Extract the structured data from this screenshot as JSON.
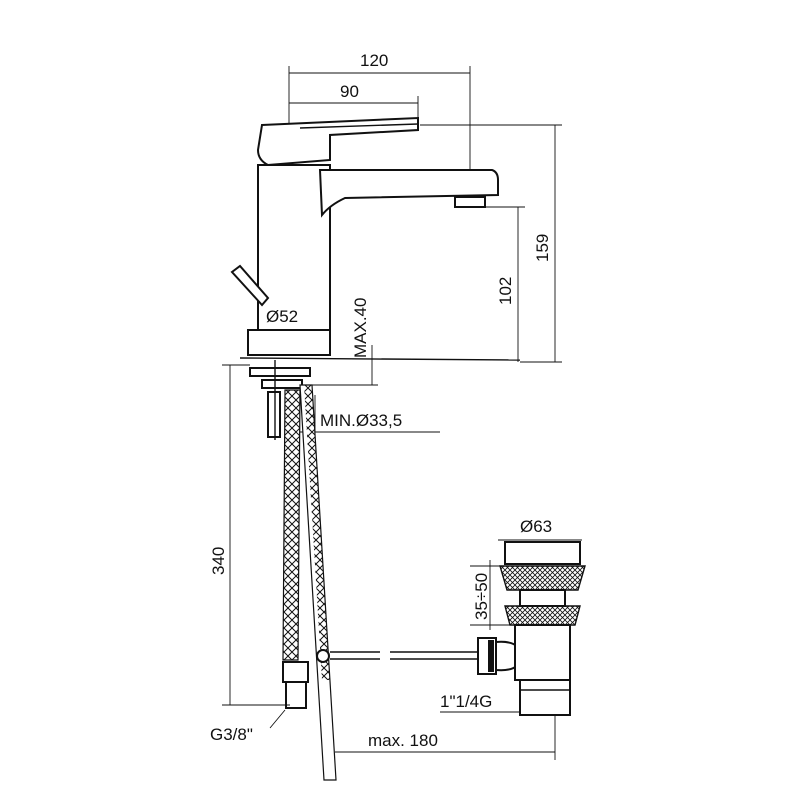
{
  "title": "Faucet technical drawing",
  "dimensions": {
    "width_total": "120",
    "handle_length": "90",
    "height_total": "159",
    "spout_height": "102",
    "max_deck": "MAX.40",
    "base_diameter": "Ø52",
    "min_hole": "MIN.Ø33,5",
    "hose_length": "340",
    "hose_thread": "G3/8\"",
    "rod_length": "max. 180",
    "drain_diameter": "Ø63",
    "drain_range": "35÷50",
    "drain_thread": "1\"1/4G"
  }
}
